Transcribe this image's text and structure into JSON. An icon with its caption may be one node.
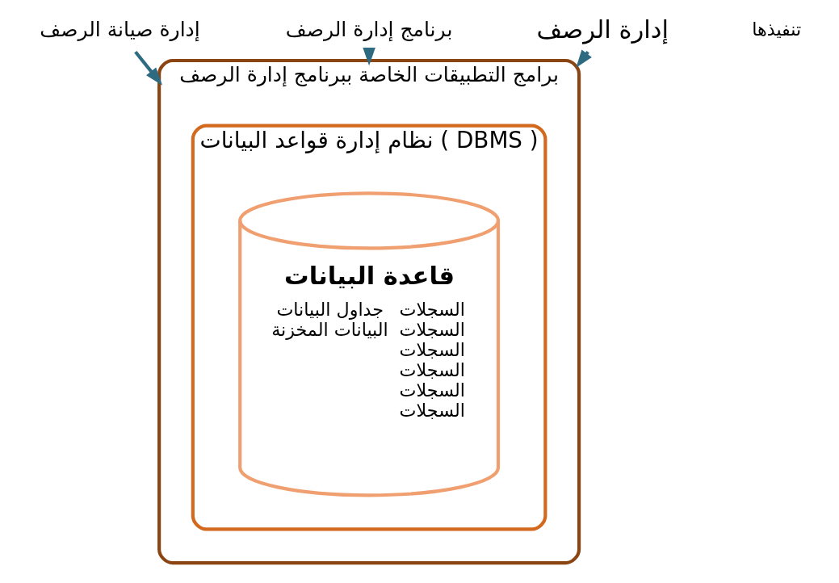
{
  "diagram": {
    "nodes": [
      {
        "text": [
          "برامج التطبيقات الخاصة ببرنامج إدارة الرصف"
        ]
      },
      {
        "text": [
          "نظام إدارة قواعد البيانات ( DBMS )"
        ],
        "in": 0
      },
      {
        "text": [
          "قاعدة البيانات",
          "جداول البيانات",
          "السجلات",
          "السجلات",
          "السجلات",
          "السجلات",
          "السجلات",
          "السجلات",
          "البيانات المخزنة"
        ],
        "in": 1
      },
      {
        "text": [
          "إدارة صيانة الرصف"
        ]
      },
      {
        "text": [
          "برنامج إدارة الرصف"
        ]
      },
      {
        "text": [
          "إدارة الرصف"
        ]
      }
    ],
    "edges": [
      {
        "from": 3,
        "to": 0,
        "arrow": "to"
      },
      {
        "from": 4,
        "to": 0,
        "arrow": "to"
      },
      {
        "from": 5,
        "to": 0,
        "arrow": "to"
      }
    ],
    "labels": [
      "تنفيذها"
    ]
  }
}
